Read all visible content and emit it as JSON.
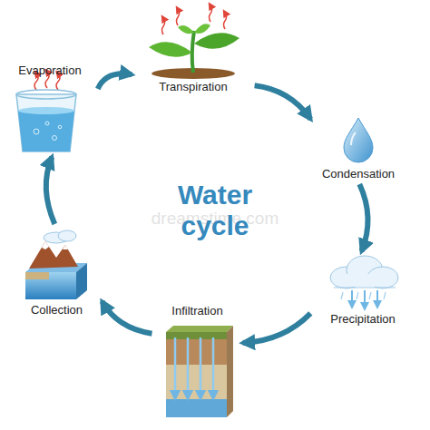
{
  "diagram": {
    "title": "Water cycle",
    "nodes": [
      {
        "text": [
          "Evaporation"
        ]
      },
      {
        "text": [
          "Transpiration"
        ]
      },
      {
        "text": [
          "Condensation"
        ]
      },
      {
        "text": [
          "Precipitation"
        ]
      },
      {
        "text": [
          "Infiltration"
        ]
      },
      {
        "text": [
          "Collection"
        ]
      }
    ],
    "edges": [
      {
        "from": 0,
        "to": 1,
        "arrow": "to"
      },
      {
        "from": 1,
        "to": 2,
        "arrow": "to"
      },
      {
        "from": 2,
        "to": 3,
        "arrow": "to"
      },
      {
        "from": 3,
        "to": 4,
        "arrow": "to"
      },
      {
        "from": 4,
        "to": 5,
        "arrow": "to"
      },
      {
        "from": 5,
        "to": 0,
        "arrow": "to"
      }
    ],
    "labels": [
      "dreamstime.com"
    ]
  }
}
